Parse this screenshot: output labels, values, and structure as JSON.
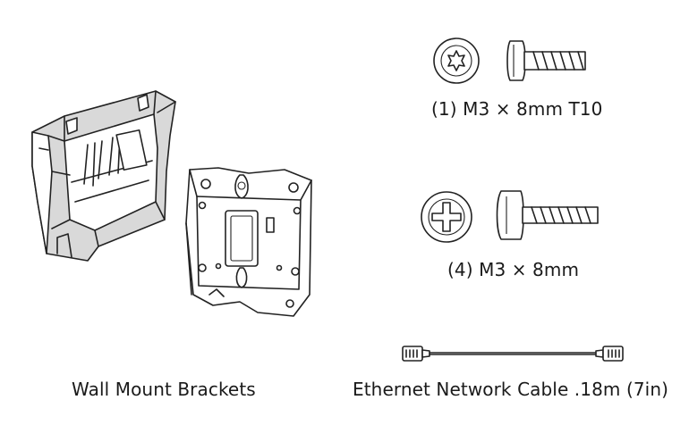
{
  "screw_t10": {
    "label": "(1) M3 × 8mm T10"
  },
  "screw_phillips": {
    "label": "(4) M3 × 8mm"
  },
  "brackets": {
    "label": "Wall Mount Brackets"
  },
  "cable": {
    "label": "Ethernet Network Cable .18m (7in)"
  }
}
